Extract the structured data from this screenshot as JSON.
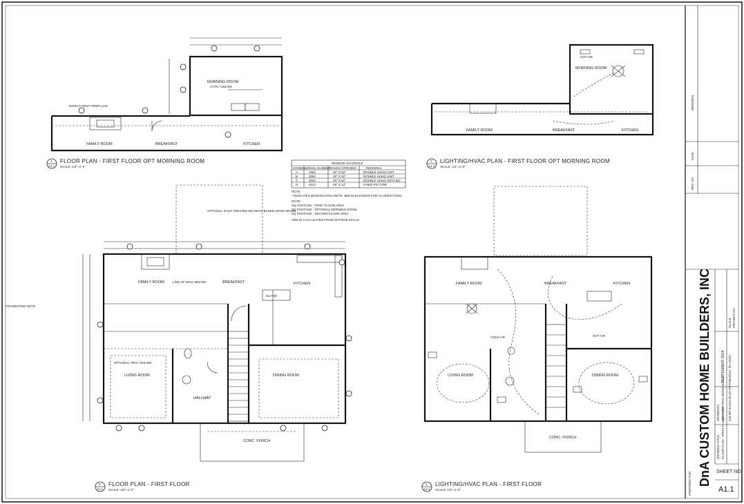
{
  "title_block": {
    "company": "DnA CUSTOM HOME BUILDERS, INC",
    "sheet_label": "SHEET NO",
    "sheet_no": "A1.1",
    "date": "SEPTEMBER 2024",
    "prepared_for": "PREPARED FOR",
    "remarks": "REMARKS",
    "date_label": "DATE",
    "rev_label": "REV. NO.",
    "drawing_title_label": "DRAWING TITLE",
    "drawing_title": "FLOOR PLAN - FIRST FLOOR PLAN",
    "drawn_by_label": "DRAWN BY",
    "drafting": "HUD DRAFTING SERVICES LLC",
    "address": "649 MT ROYAL BLVD PITTSBURGH, PA 15223",
    "scale_label": "SCALE",
    "project_label": "PROJECT NO"
  },
  "views": {
    "v1": {
      "num": "1",
      "sheet": "A1.1",
      "title": "FLOOR PLAN - FIRST FLOOR OPT MORNING ROOM",
      "scale": "SCALE: 1/4\"=1'-0\""
    },
    "v2": {
      "num": "2",
      "sheet": "A1.1",
      "title": "LIGHTING/HVAC PLAN - FIRST FLOOR OPT MORNING ROOM",
      "scale": "SCALE: 1/4\"=1'-0\""
    },
    "v3": {
      "num": "3",
      "sheet": "A1.1",
      "title": "FLOOR PLAN - FIRST FLOOR",
      "scale": "SCALE: 1/4\"=1'-0\""
    },
    "v4": {
      "num": "4",
      "sheet": "A1.1",
      "title": "LIGHTING/HVAC PLAN - FIRST FLOOR",
      "scale": "SCALE: 1/4\"=1'-0\""
    }
  },
  "rooms": {
    "family_room": "FAMILY ROOM",
    "breakfast": "BREAKFAST",
    "kitchen": "KITCHEN",
    "morning_room": "MORNING ROOM",
    "living_room": "LIVING ROOM",
    "dining_room": "DINING ROOM",
    "hallway": "HALLWAY",
    "conc_porch": "CONC. PORCH",
    "island": "ISLAND"
  },
  "notes": {
    "direct_vent": "DIRECT VENT FIREPLACE",
    "cath_ceiling": "CATH. CEILING",
    "optional_deck": "OPTIONAL 8'X14' TREATED WD DECK BASED UPON GRADE",
    "line_of_wall_below": "LINE OF WALL BELOW",
    "optional_tray": "OPTIONAL TRAY CEILING",
    "foundation": "FOUNDATION NOTE"
  },
  "window_schedule": {
    "title": "WINDOW SCHEDULE",
    "headers": [
      "SYMBOL",
      "MODEL NUMBER",
      "ROUGH OPENING",
      "REMARKS"
    ],
    "rows": [
      [
        "A",
        "3052",
        "30\" X 52\"",
        "DOUBLE HUNG UNIT"
      ],
      [
        "B",
        "3052",
        "30\" X 52\"",
        "DOUBLE HUNG UNIT"
      ],
      [
        "C",
        "3052",
        "30\" X 52\"",
        "DOUBLE HUNG WITH BO"
      ],
      [
        "D",
        "4012",
        "48\" X 12\"",
        "FIXED PICTURE"
      ]
    ],
    "note_label": "NOTE:",
    "note1": "* INDICATES DESIGNATION UNITS. SEE ELEVATIONS FOR CLARIFICATION",
    "note2_label": "NOTE:",
    "areas": [
      "SQ FOOTAGE - FIRST FLOOR AREA",
      "SQ FOOTAGE - OPTIONAL MORNING ROOM",
      "SQ FOOTAGE - SECOND FLOOR AREA"
    ],
    "note3": "AREAS CALCULATED FROM OUTSIDE WALLS"
  },
  "hvac": {
    "hot_air": "HOT AIR",
    "cold_air": "COLD AIR"
  }
}
